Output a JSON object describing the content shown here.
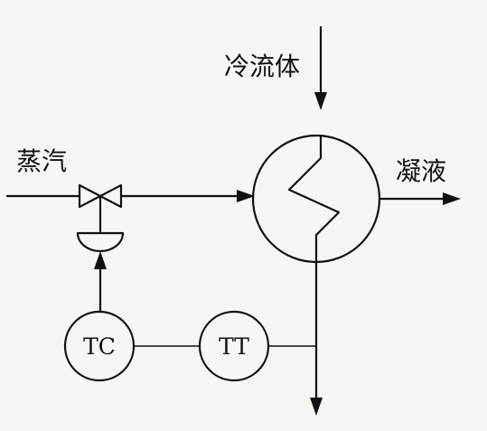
{
  "labels": {
    "cold_fluid": "冷流体",
    "steam": "蒸汽",
    "condensate": "凝液"
  },
  "instruments": {
    "temperature_controller": "TC",
    "temperature_transmitter": "TT"
  },
  "colors": {
    "line": "#111111",
    "background": "#f7f6f2"
  }
}
